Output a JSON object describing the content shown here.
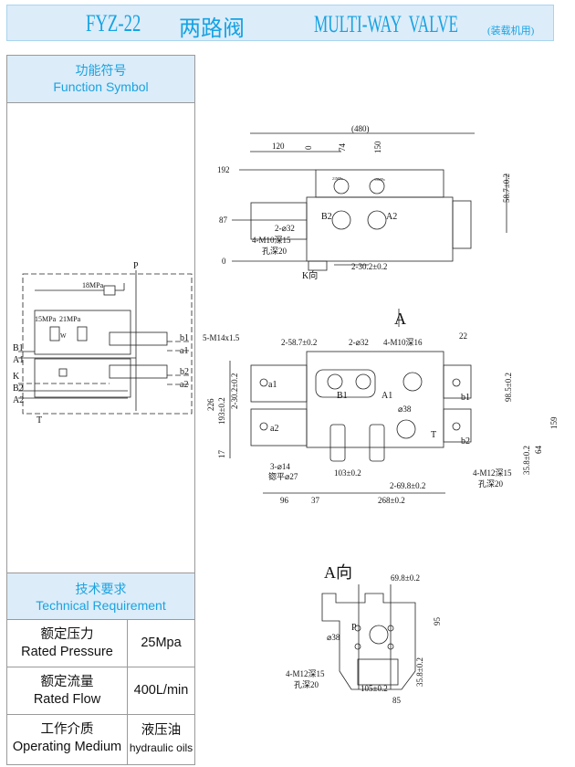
{
  "title": {
    "model": "FYZ-22",
    "name_cn": "两路阀",
    "name_en": "MULTI-WAY  VALVE",
    "subtitle": "(装载机用)"
  },
  "function_symbol": {
    "heading_cn": "功能符号",
    "heading_en": "Function Symbol",
    "labels": {
      "P": "P",
      "T": "T",
      "relief": "18MPa",
      "p15": "15MPa",
      "p21": "21MPa",
      "B1": "B1",
      "A1": "A1",
      "K": "K",
      "B2": "B2",
      "A2": "A2",
      "b1": "b1",
      "a1": "a1",
      "b2": "b2",
      "a2": "a2",
      "W": "W"
    }
  },
  "technical": {
    "heading_cn": "技术要求",
    "heading_en": "Technical Requirement",
    "rows": [
      {
        "label_cn": "额定压力",
        "label_en": "Rated Pressure",
        "value": "25Mpa"
      },
      {
        "label_cn": "额定流量",
        "label_en": "Rated Flow",
        "value": "400L/min"
      },
      {
        "label_cn": "工作介质",
        "label_en": "Operating Medium",
        "value": "液压油",
        "value_en": "hydraulic oils"
      }
    ]
  },
  "top_view": {
    "d480": "(480)",
    "d120": "120",
    "d0": "0",
    "d74": "74",
    "d150": "150",
    "d192": "192",
    "d87": "87",
    "d0v": "0",
    "d587": "58.7±0.2",
    "B2": "B2",
    "A2": "A2",
    "holes": "2-⌀32",
    "thread": "4-M10深15",
    "depth": "孔深20",
    "pitch": "2-30.2±0.2",
    "kview": "K向",
    "g21": "21MPa",
    "g15": "15MPa"
  },
  "front_view": {
    "arrow": "A",
    "m14": "5-M14x1.5",
    "d587": "2-58.7±0.2",
    "holes": "2-⌀32",
    "m10": "4-M10深16",
    "d22": "22",
    "a1": "a1",
    "b1": "b1",
    "B1": "B1",
    "A1": "A1",
    "d38": "⌀38",
    "T": "T",
    "a2": "a2",
    "b2": "b2",
    "d985": "98.5±0.2",
    "d159": "159",
    "d64": "64",
    "d358": "35.8±0.2",
    "d226": "226",
    "d193": "193±0.2",
    "d302": "2-30.2±0.2",
    "d17": "17",
    "d14": "3-⌀14",
    "d27": "锪平⌀27",
    "d103": "103±0.2",
    "m12": "4-M12深15",
    "depth": "孔深20",
    "d698": "2-69.8±0.2",
    "d96": "96",
    "d37": "37",
    "d268": "268±0.2"
  },
  "a_view": {
    "title": "A向",
    "d698": "69.8±0.2",
    "d95": "95",
    "P": "P",
    "d38": "⌀38",
    "m12": "4-M12深15",
    "depth": "孔深20",
    "d358": "35.8±0.2",
    "d105": "105±0.2",
    "d85": "85"
  }
}
